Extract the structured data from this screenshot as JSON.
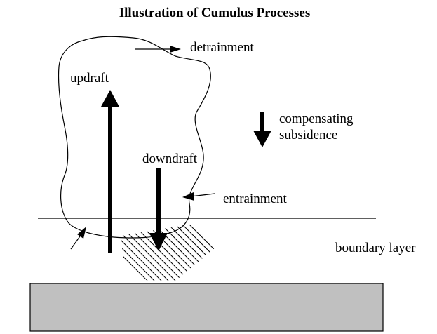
{
  "title": "Illustration of Cumulus Processes",
  "labels": {
    "detrainment": "detrainment",
    "updraft": "updraft",
    "compensating_line1": "compensating",
    "compensating_line2": "subsidence",
    "downdraft": "downdraft",
    "entrainment": "entrainment",
    "boundary_layer": "boundary layer"
  },
  "colors": {
    "ground_fill": "#c0c0c0",
    "ink": "#000000",
    "background": "#ffffff"
  }
}
